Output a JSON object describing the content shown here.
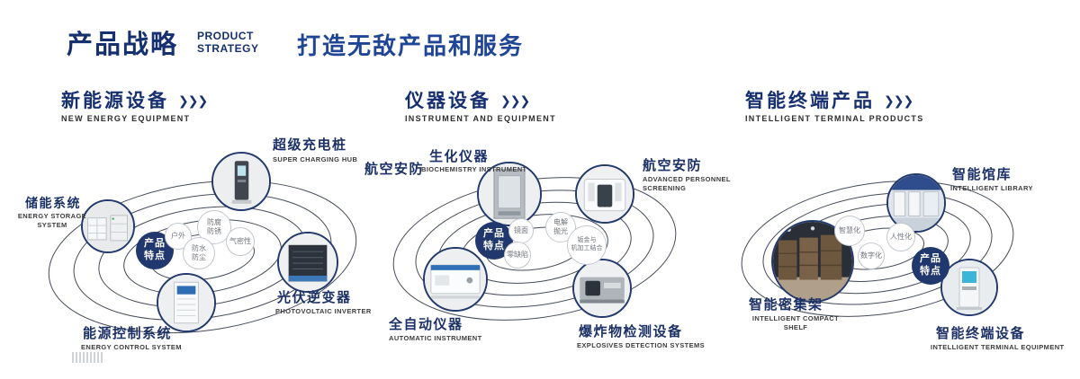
{
  "header": {
    "title": "产品战略",
    "subtitle": "PRODUCT\nSTRATEGY",
    "tagline": "打造无敌产品和服务"
  },
  "arrows": "❯❯❯",
  "colors": {
    "navy": "#16306f",
    "blue": "#1e4596",
    "badge": "#21386f"
  },
  "sections": [
    {
      "title": "新能源设备",
      "title_en": "NEW ENERGY EQUIPMENT",
      "badge": "产品\n特点",
      "features": [
        "户外",
        "防腐\n防锈",
        "气密性",
        "防水\n防尘"
      ],
      "products": [
        {
          "name": "储能系统",
          "name_en": "ENERGY STORAGE\nSYSTEM"
        },
        {
          "name": "超级充电桩",
          "name_en": "SUPER CHARGING HUB"
        },
        {
          "name": "光伏逆变器",
          "name_en": "PHOTOVOLTAIC INVERTER"
        },
        {
          "name": "能源控制系统",
          "name_en": "ENERGY CONTROL SYSTEM"
        }
      ]
    },
    {
      "title": "仪器设备",
      "title_en": "INSTRUMENT AND EQUIPMENT",
      "badge": "产品\n特点",
      "extra_label": "航空安防",
      "features": [
        "镜面",
        "电解\n抛光",
        "零缺陷",
        "钣金与\n机加工结合"
      ],
      "products": [
        {
          "name": "生化仪器",
          "name_en": "BIOCHEMISTRY INSTRUMENT"
        },
        {
          "name": "航空安防",
          "name_en": "ADVANCED PERSONNEL\nSCREENING"
        },
        {
          "name": "全自动仪器",
          "name_en": "AUTOMATIC INSTRUMENT"
        },
        {
          "name": "爆炸物检测设备",
          "name_en": "EXPLOSIVES DETECTION SYSTEMS"
        }
      ]
    },
    {
      "title": "智能终端产品",
      "title_en": "INTELLIGENT TERMINAL PRODUCTS",
      "badge": "产品\n特点",
      "features": [
        "智慧化",
        "人性化",
        "数字化"
      ],
      "products": [
        {
          "name": "智能馆库",
          "name_en": "INTELLIGENT LIBRARY"
        },
        {
          "name": "智能密集架",
          "name_en": "INTELLIGENT COMPACT\nSHELF"
        },
        {
          "name": "智能终端设备",
          "name_en": "INTELLIGENT TERMINAL EQUIPMENT"
        }
      ]
    }
  ]
}
